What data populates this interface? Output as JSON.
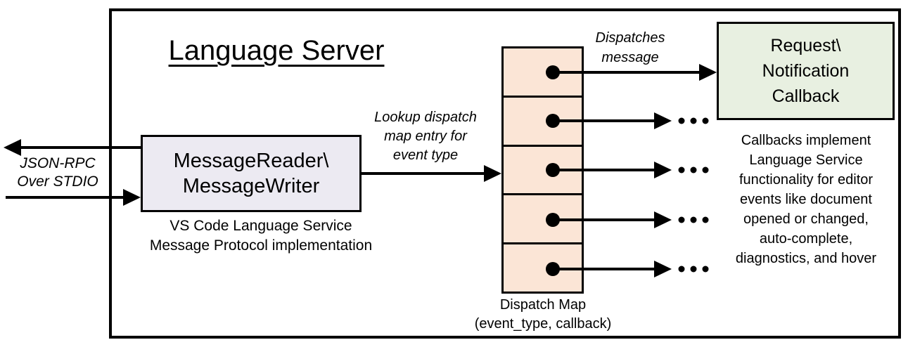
{
  "colors": {
    "ink": "#000000",
    "reader-fill": "#ECEAF2",
    "map-fill": "#FBE5D6",
    "callback-fill": "#E8F0E1",
    "paper": "#FFFFFF"
  },
  "diagram": {
    "title": "Language Server",
    "transport_label": {
      "lines": [
        "JSON-RPC",
        "Over STDIO"
      ]
    },
    "reader_box": {
      "lines": [
        "MessageReader\\",
        "MessageWriter"
      ]
    },
    "reader_caption": {
      "lines": [
        "VS Code Language Service",
        "Message Protocol implementation"
      ]
    },
    "lookup_label": {
      "lines": [
        "Lookup dispatch",
        "map entry for",
        "event type"
      ]
    },
    "dispatches_label": {
      "lines": [
        "Dispatches",
        "message"
      ]
    },
    "callback_box": {
      "lines": [
        "Request\\",
        "Notification",
        "Callback"
      ]
    },
    "map_caption": {
      "lines": [
        "Dispatch Map",
        "(event_type, callback)"
      ]
    },
    "callbacks_note": {
      "lines": [
        "Callbacks implement",
        "Language Service",
        "functionality for editor",
        "events like document",
        "opened or changed,",
        "auto-complete,",
        "diagnostics, and hover"
      ]
    },
    "map_cell_count": 5
  }
}
